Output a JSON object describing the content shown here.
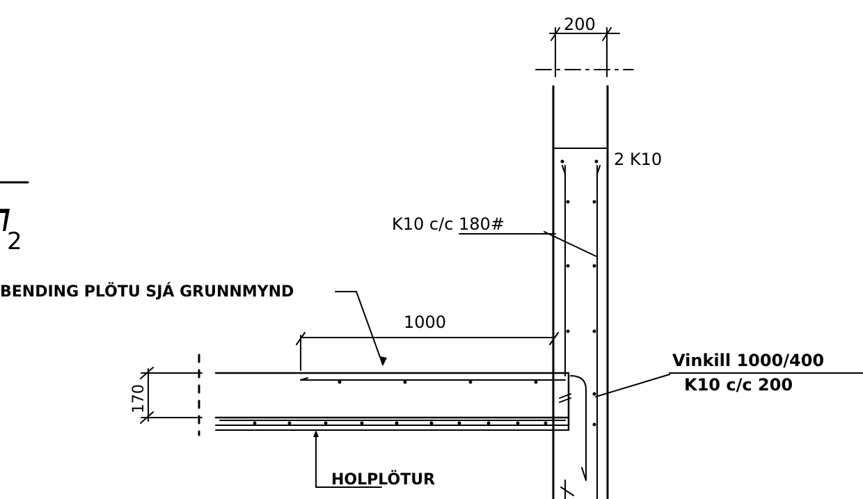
{
  "labels": {
    "wall_width_dim": "200",
    "top_rebar": "2 K10",
    "wall_rebar": "K10 c/c 180#",
    "section_mark": "2",
    "slab_reinforcement_note": "BENDING PLÖTU SJÁ GRUNNMYND",
    "slab_length_dim": "1000",
    "slab_thickness_dim": "170",
    "angle_bar_line1": "Vinkill 1000/400",
    "angle_bar_line2": "K10 c/c 200",
    "hollow_slab": "HOLPLÖTUR"
  },
  "colors": {
    "ink": "#000000",
    "paper": "#ffffff"
  }
}
